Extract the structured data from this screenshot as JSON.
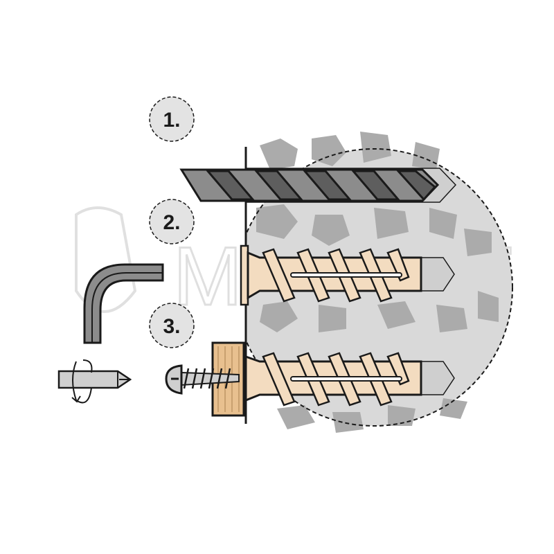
{
  "steps": [
    {
      "label": "1.",
      "description_icon": "drill-bit"
    },
    {
      "label": "2.",
      "description_icon": "hex-key"
    },
    {
      "label": "3.",
      "description_icon": "screwdriver-bit"
    }
  ],
  "watermark": "MKPET",
  "colors": {
    "stone_bg": "#d9d9d9",
    "stone": "#a9a9a9",
    "anchor": "#f3dcc0",
    "steel": "#8c8c8c",
    "wood": "#e8c08f",
    "outline": "#1a1a1a"
  }
}
